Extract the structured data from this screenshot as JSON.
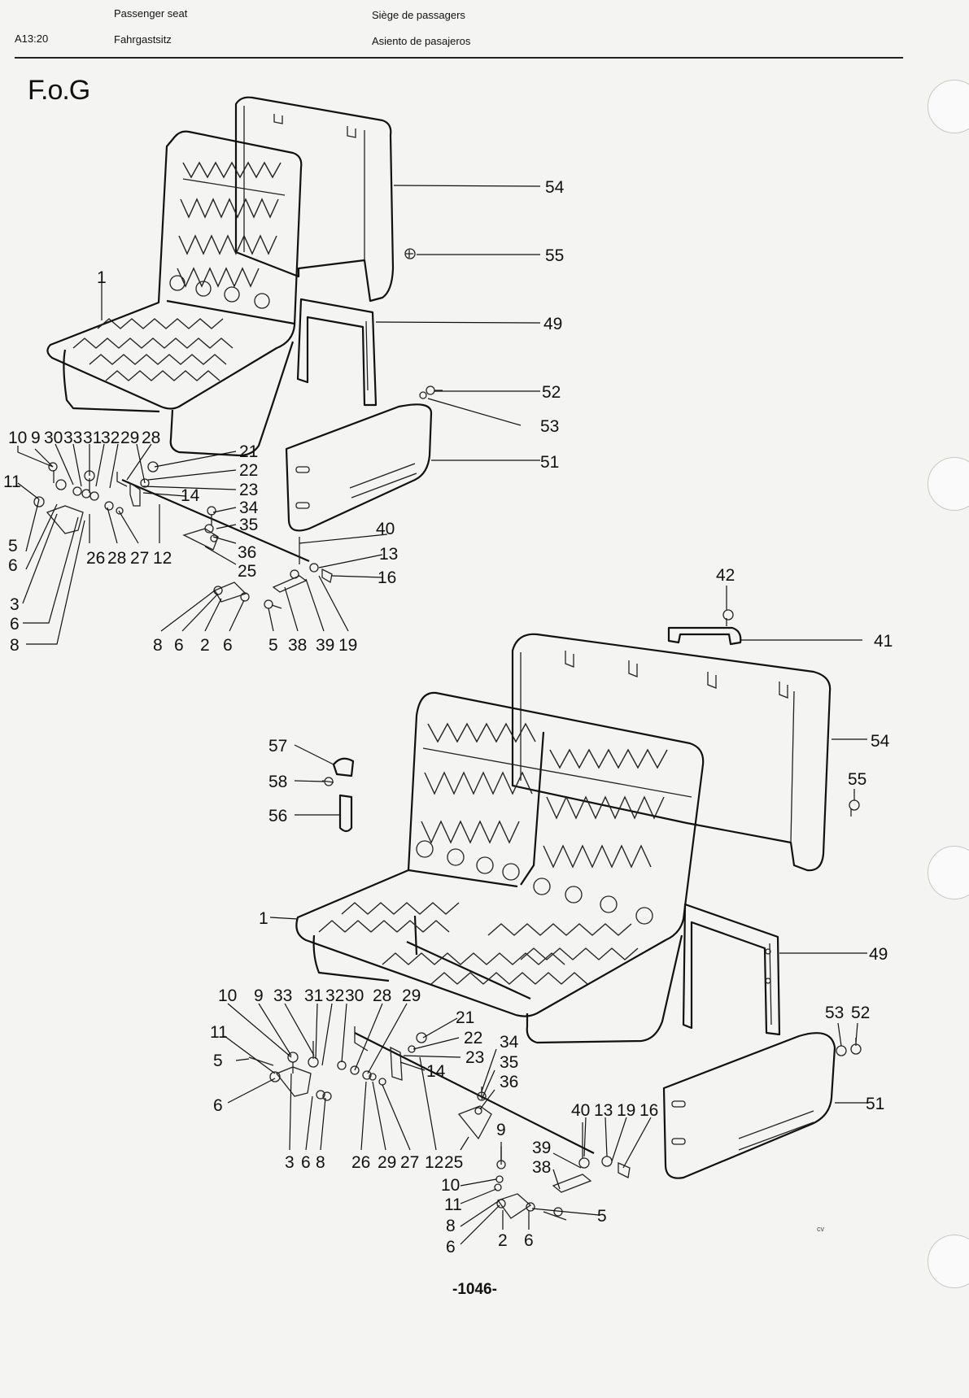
{
  "header": {
    "doc_code": "A13:20",
    "title_en": "Passenger seat",
    "title_de": "Fahrgastsitz",
    "title_fr": "Siège de passagers",
    "title_es": "Asiento de pasajeros"
  },
  "variant": "F.o.G",
  "page_number": "-1046-",
  "signature": "cv",
  "callouts_single_seat": [
    {
      "key": "s-54",
      "text": "54"
    },
    {
      "key": "s-55",
      "text": "55"
    },
    {
      "key": "s-49",
      "text": "49"
    },
    {
      "key": "s-52",
      "text": "52"
    },
    {
      "key": "s-53",
      "text": "53"
    },
    {
      "key": "s-51",
      "text": "51"
    },
    {
      "key": "s-1",
      "text": "1"
    },
    {
      "key": "s-10",
      "text": "10"
    },
    {
      "key": "s-9",
      "text": "9"
    },
    {
      "key": "s-30",
      "text": "30"
    },
    {
      "key": "s-33",
      "text": "33"
    },
    {
      "key": "s-31",
      "text": "31"
    },
    {
      "key": "s-32",
      "text": "32"
    },
    {
      "key": "s-29",
      "text": "29"
    },
    {
      "key": "s-28",
      "text": "28"
    },
    {
      "key": "s-11",
      "text": "11"
    },
    {
      "key": "s-21",
      "text": "21"
    },
    {
      "key": "s-22",
      "text": "22"
    },
    {
      "key": "s-23",
      "text": "23"
    },
    {
      "key": "s-14",
      "text": "14"
    },
    {
      "key": "s-34",
      "text": "34"
    },
    {
      "key": "s-35",
      "text": "35"
    },
    {
      "key": "s-36",
      "text": "36"
    },
    {
      "key": "s-25",
      "text": "25"
    },
    {
      "key": "s-5a",
      "text": "5"
    },
    {
      "key": "s-6a",
      "text": "6"
    },
    {
      "key": "s-26",
      "text": "26"
    },
    {
      "key": "s-28b",
      "text": "28"
    },
    {
      "key": "s-27",
      "text": "27"
    },
    {
      "key": "s-12",
      "text": "12"
    },
    {
      "key": "s-40",
      "text": "40"
    },
    {
      "key": "s-13",
      "text": "13"
    },
    {
      "key": "s-16",
      "text": "16"
    },
    {
      "key": "s-3",
      "text": "3"
    },
    {
      "key": "s-6b",
      "text": "6"
    },
    {
      "key": "s-8a",
      "text": "8"
    },
    {
      "key": "s-8b",
      "text": "8"
    },
    {
      "key": "s-6c",
      "text": "6"
    },
    {
      "key": "s-2",
      "text": "2"
    },
    {
      "key": "s-6d",
      "text": "6"
    },
    {
      "key": "s-5b",
      "text": "5"
    },
    {
      "key": "s-38",
      "text": "38"
    },
    {
      "key": "s-39",
      "text": "39"
    },
    {
      "key": "s-19",
      "text": "19"
    }
  ],
  "callouts_double_seat": [
    {
      "key": "d-42",
      "text": "42"
    },
    {
      "key": "d-41",
      "text": "41"
    },
    {
      "key": "d-54",
      "text": "54"
    },
    {
      "key": "d-55",
      "text": "55"
    },
    {
      "key": "d-57",
      "text": "57"
    },
    {
      "key": "d-58",
      "text": "58"
    },
    {
      "key": "d-56",
      "text": "56"
    },
    {
      "key": "d-1",
      "text": "1"
    },
    {
      "key": "d-49",
      "text": "49"
    },
    {
      "key": "d-10",
      "text": "10"
    },
    {
      "key": "d-9",
      "text": "9"
    },
    {
      "key": "d-33",
      "text": "33"
    },
    {
      "key": "d-31",
      "text": "31"
    },
    {
      "key": "d-32",
      "text": "32"
    },
    {
      "key": "d-30",
      "text": "30"
    },
    {
      "key": "d-28",
      "text": "28"
    },
    {
      "key": "d-29",
      "text": "29"
    },
    {
      "key": "d-53",
      "text": "53"
    },
    {
      "key": "d-52",
      "text": "52"
    },
    {
      "key": "d-11",
      "text": "11"
    },
    {
      "key": "d-21",
      "text": "21"
    },
    {
      "key": "d-22",
      "text": "22"
    },
    {
      "key": "d-23",
      "text": "23"
    },
    {
      "key": "d-14",
      "text": "14"
    },
    {
      "key": "d-34",
      "text": "34"
    },
    {
      "key": "d-35",
      "text": "35"
    },
    {
      "key": "d-36",
      "text": "36"
    },
    {
      "key": "d-5a",
      "text": "5"
    },
    {
      "key": "d-6a",
      "text": "6"
    },
    {
      "key": "d-51",
      "text": "51"
    },
    {
      "key": "d-40",
      "text": "40"
    },
    {
      "key": "d-13",
      "text": "13"
    },
    {
      "key": "d-19",
      "text": "19"
    },
    {
      "key": "d-16",
      "text": "16"
    },
    {
      "key": "d-9b",
      "text": "9"
    },
    {
      "key": "d-3",
      "text": "3"
    },
    {
      "key": "d-6b",
      "text": "6"
    },
    {
      "key": "d-8a",
      "text": "8"
    },
    {
      "key": "d-26",
      "text": "26"
    },
    {
      "key": "d-29b",
      "text": "29"
    },
    {
      "key": "d-27",
      "text": "27"
    },
    {
      "key": "d-12",
      "text": "12"
    },
    {
      "key": "d-25",
      "text": "25"
    },
    {
      "key": "d-39",
      "text": "39"
    },
    {
      "key": "d-38",
      "text": "38"
    },
    {
      "key": "d-10b",
      "text": "10"
    },
    {
      "key": "d-11b",
      "text": "11"
    },
    {
      "key": "d-5b",
      "text": "5"
    },
    {
      "key": "d-8b",
      "text": "8"
    },
    {
      "key": "d-6c",
      "text": "6"
    },
    {
      "key": "d-2",
      "text": "2"
    },
    {
      "key": "d-6d",
      "text": "6"
    }
  ]
}
